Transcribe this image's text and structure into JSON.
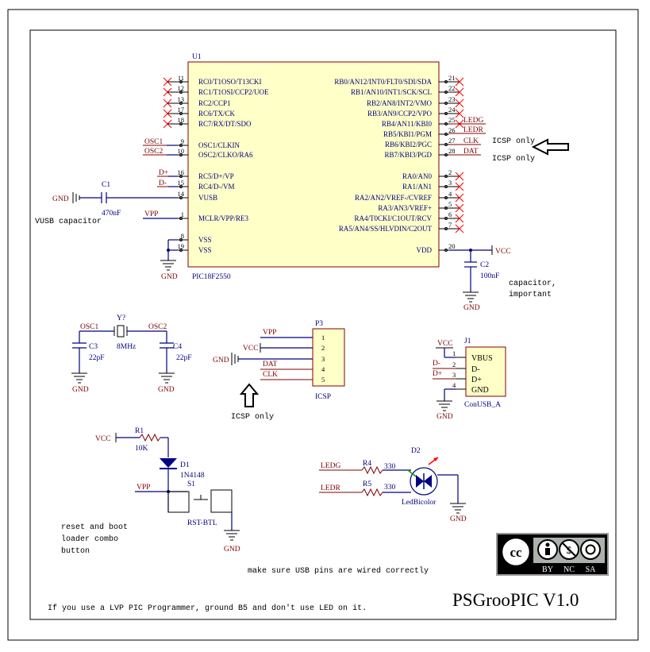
{
  "title_block": {
    "project": "PSGrooPIC V1.0"
  },
  "u1": {
    "designator": "U1",
    "part": "PIC18F2550",
    "left_pins": [
      {
        "num": "11",
        "name": "RC0/T1OSO/T13CKI"
      },
      {
        "num": "12",
        "name": "RC1/T1OSI/CCP2/UOE"
      },
      {
        "num": "13",
        "name": "RC2/CCP1"
      },
      {
        "num": "17",
        "name": "RC6/TX/CK"
      },
      {
        "num": "18",
        "name": "RC7/RX/DT/SDO"
      },
      {
        "num": "9",
        "name": "OSC1/CLKIN"
      },
      {
        "num": "10",
        "name": "OSC2/CLKO/RA6"
      },
      {
        "num": "16",
        "name": "RC5/D+/VP"
      },
      {
        "num": "15",
        "name": "RC4/D-/VM"
      },
      {
        "num": "14",
        "name": "VUSB"
      },
      {
        "num": "1",
        "name": "MCLR/VPP/RE3"
      },
      {
        "num": "8",
        "name": "VSS"
      },
      {
        "num": "19",
        "name": "VSS"
      }
    ],
    "right_pins": [
      {
        "num": "21",
        "name": "RB0/AN12/INT0/FLT0/SDI/SDA"
      },
      {
        "num": "22",
        "name": "RB1/AN10/INT1/SCK/SCL"
      },
      {
        "num": "23",
        "name": "RB2/AN8/INT2/VMO"
      },
      {
        "num": "24",
        "name": "RB3/AN9/CCP2/VPO"
      },
      {
        "num": "25",
        "name": "RB4/AN11/KBI0"
      },
      {
        "num": "26",
        "name": "RB5/KBI1/PGM"
      },
      {
        "num": "27",
        "name": "RB6/KBI2/PGC"
      },
      {
        "num": "28",
        "name": "RB7/KBI3/PGD"
      },
      {
        "num": "2",
        "name": "RA0/AN0"
      },
      {
        "num": "3",
        "name": "RA1/AN1"
      },
      {
        "num": "4",
        "name": "RA2/AN2/VREF-/CVREF"
      },
      {
        "num": "5",
        "name": "RA3/AN3/VREF+"
      },
      {
        "num": "6",
        "name": "RA4/T0CKI/C1OUT/RCV"
      },
      {
        "num": "7",
        "name": "RA5/AN4/SS/HLVDIN/C2OUT"
      },
      {
        "num": "20",
        "name": "VDD"
      }
    ]
  },
  "nets": {
    "gnd": "GND",
    "vcc": "VCC",
    "vpp": "VPP",
    "osc1": "OSC1",
    "osc2": "OSC2",
    "dplus": "D+",
    "dminus": "D-",
    "ledg": "LEDG",
    "ledr": "LEDR",
    "clk": "CLK",
    "dat": "DAT"
  },
  "components": {
    "c1": {
      "designator": "C1",
      "value": "470nF"
    },
    "c2": {
      "designator": "C2",
      "value": "100nF"
    },
    "c3": {
      "designator": "C3",
      "value": "22pF"
    },
    "c4": {
      "designator": "C4",
      "value": "22pF"
    },
    "y1": {
      "designator": "Y?",
      "value": "8MHz"
    },
    "r1": {
      "designator": "R1",
      "value": "10K"
    },
    "d1": {
      "designator": "D1",
      "value": "1N4148"
    },
    "s1": {
      "designator": "S1",
      "value": "RST-BTL"
    },
    "r4": {
      "designator": "R4",
      "value": "330"
    },
    "r5": {
      "designator": "R5",
      "value": "330"
    },
    "d2": {
      "designator": "D2",
      "value": "LedBicolor"
    },
    "p3": {
      "designator": "P3",
      "value": "ICSP",
      "pins": [
        "1",
        "2",
        "3",
        "4",
        "5"
      ]
    },
    "j1": {
      "designator": "J1",
      "value": "ConUSB_A",
      "pins": [
        "1",
        "2",
        "3",
        "4"
      ],
      "names": [
        "VBUS",
        "D-",
        "D+",
        "GND"
      ]
    }
  },
  "notes": {
    "icsp_only_1": "ICSP only",
    "icsp_only_2": "ICSP only",
    "icsp_only_3": "ICSP only",
    "vusb_cap": "VUSB capacitor",
    "cap_important_1": "capacitor,",
    "cap_important_2": "important",
    "reset_1": "reset and boot",
    "reset_2": "loader combo",
    "reset_3": "button",
    "usb_pins": "make sure USB pins are wired correctly",
    "lvp": "If you use a LVP PIC Programmer, ground B5 and don't use LED on it."
  },
  "license": {
    "cc": "cc",
    "by": "BY",
    "nc": "NC",
    "sa": "SA"
  }
}
